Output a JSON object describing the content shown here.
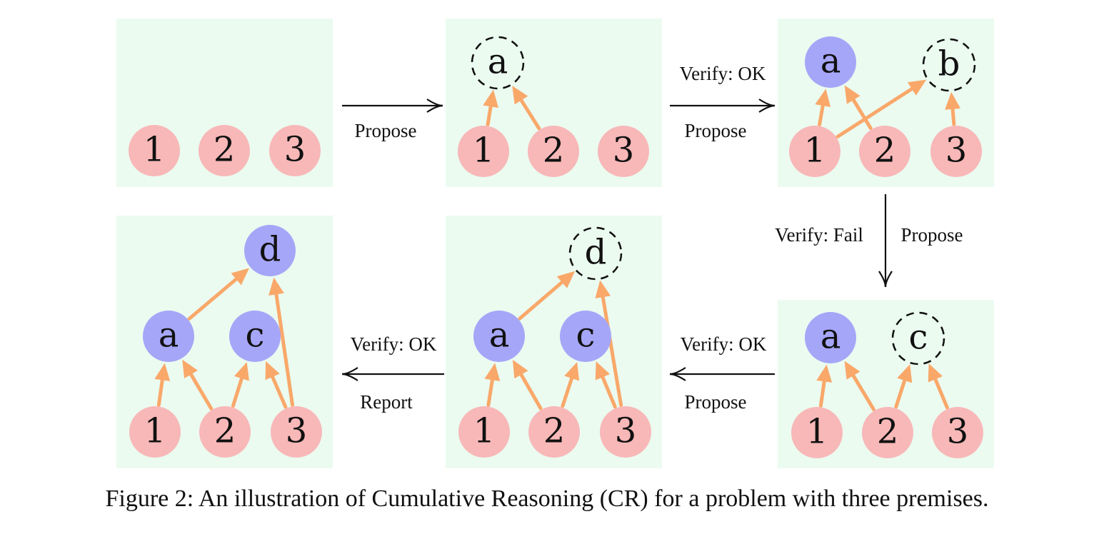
{
  "colors": {
    "panel": "#ebfbf0",
    "premise": "#f8b8b8",
    "derived": "#a6a6f8",
    "edge": "#f9a86a",
    "arrow": "#111111"
  },
  "caption": "Figure 2: An illustration of Cumulative Reasoning (CR) for a problem with three premises.",
  "panels": [
    {
      "id": "p1",
      "nodes": [
        {
          "id": "n1",
          "label": "1",
          "kind": "premise"
        },
        {
          "id": "n2",
          "label": "2",
          "kind": "premise"
        },
        {
          "id": "n3",
          "label": "3",
          "kind": "premise"
        }
      ],
      "edges": []
    },
    {
      "id": "p2",
      "nodes": [
        {
          "id": "na",
          "label": "a",
          "kind": "proposed"
        },
        {
          "id": "n1",
          "label": "1",
          "kind": "premise"
        },
        {
          "id": "n2",
          "label": "2",
          "kind": "premise"
        },
        {
          "id": "n3",
          "label": "3",
          "kind": "premise"
        }
      ],
      "edges": [
        {
          "from": "n1",
          "to": "na"
        },
        {
          "from": "n2",
          "to": "na"
        }
      ]
    },
    {
      "id": "p3",
      "nodes": [
        {
          "id": "na",
          "label": "a",
          "kind": "derived"
        },
        {
          "id": "nb",
          "label": "b",
          "kind": "proposed"
        },
        {
          "id": "n1",
          "label": "1",
          "kind": "premise"
        },
        {
          "id": "n2",
          "label": "2",
          "kind": "premise"
        },
        {
          "id": "n3",
          "label": "3",
          "kind": "premise"
        }
      ],
      "edges": [
        {
          "from": "n1",
          "to": "na"
        },
        {
          "from": "n2",
          "to": "na"
        },
        {
          "from": "n1",
          "to": "nb"
        },
        {
          "from": "n3",
          "to": "nb"
        }
      ]
    },
    {
      "id": "p4",
      "nodes": [
        {
          "id": "na",
          "label": "a",
          "kind": "derived"
        },
        {
          "id": "nc",
          "label": "c",
          "kind": "proposed"
        },
        {
          "id": "n1",
          "label": "1",
          "kind": "premise"
        },
        {
          "id": "n2",
          "label": "2",
          "kind": "premise"
        },
        {
          "id": "n3",
          "label": "3",
          "kind": "premise"
        }
      ],
      "edges": [
        {
          "from": "n1",
          "to": "na"
        },
        {
          "from": "n2",
          "to": "na"
        },
        {
          "from": "n2",
          "to": "nc"
        },
        {
          "from": "n3",
          "to": "nc"
        }
      ]
    },
    {
      "id": "p5",
      "nodes": [
        {
          "id": "nd",
          "label": "d",
          "kind": "proposed"
        },
        {
          "id": "na",
          "label": "a",
          "kind": "derived"
        },
        {
          "id": "nc",
          "label": "c",
          "kind": "derived"
        },
        {
          "id": "n1",
          "label": "1",
          "kind": "premise"
        },
        {
          "id": "n2",
          "label": "2",
          "kind": "premise"
        },
        {
          "id": "n3",
          "label": "3",
          "kind": "premise"
        }
      ],
      "edges": [
        {
          "from": "n1",
          "to": "na"
        },
        {
          "from": "n2",
          "to": "na"
        },
        {
          "from": "n2",
          "to": "nc"
        },
        {
          "from": "n3",
          "to": "nc"
        },
        {
          "from": "na",
          "to": "nd"
        },
        {
          "from": "n3",
          "to": "nd"
        }
      ]
    },
    {
      "id": "p6",
      "nodes": [
        {
          "id": "nd",
          "label": "d",
          "kind": "derived"
        },
        {
          "id": "na",
          "label": "a",
          "kind": "derived"
        },
        {
          "id": "nc",
          "label": "c",
          "kind": "derived"
        },
        {
          "id": "n1",
          "label": "1",
          "kind": "premise"
        },
        {
          "id": "n2",
          "label": "2",
          "kind": "premise"
        },
        {
          "id": "n3",
          "label": "3",
          "kind": "premise"
        }
      ],
      "edges": [
        {
          "from": "n1",
          "to": "na"
        },
        {
          "from": "n2",
          "to": "na"
        },
        {
          "from": "n2",
          "to": "nc"
        },
        {
          "from": "n3",
          "to": "nc"
        },
        {
          "from": "na",
          "to": "nd"
        },
        {
          "from": "n3",
          "to": "nd"
        }
      ]
    }
  ],
  "transitions": [
    {
      "id": "t1",
      "labels": [
        "Propose"
      ]
    },
    {
      "id": "t2",
      "labels": [
        "Verify: OK",
        "Propose"
      ]
    },
    {
      "id": "t3",
      "labels": [
        "Verify: Fail",
        "Propose"
      ]
    },
    {
      "id": "t4",
      "labels": [
        "Verify: OK",
        "Propose"
      ]
    },
    {
      "id": "t5",
      "labels": [
        "Verify: OK",
        "Report"
      ]
    }
  ]
}
